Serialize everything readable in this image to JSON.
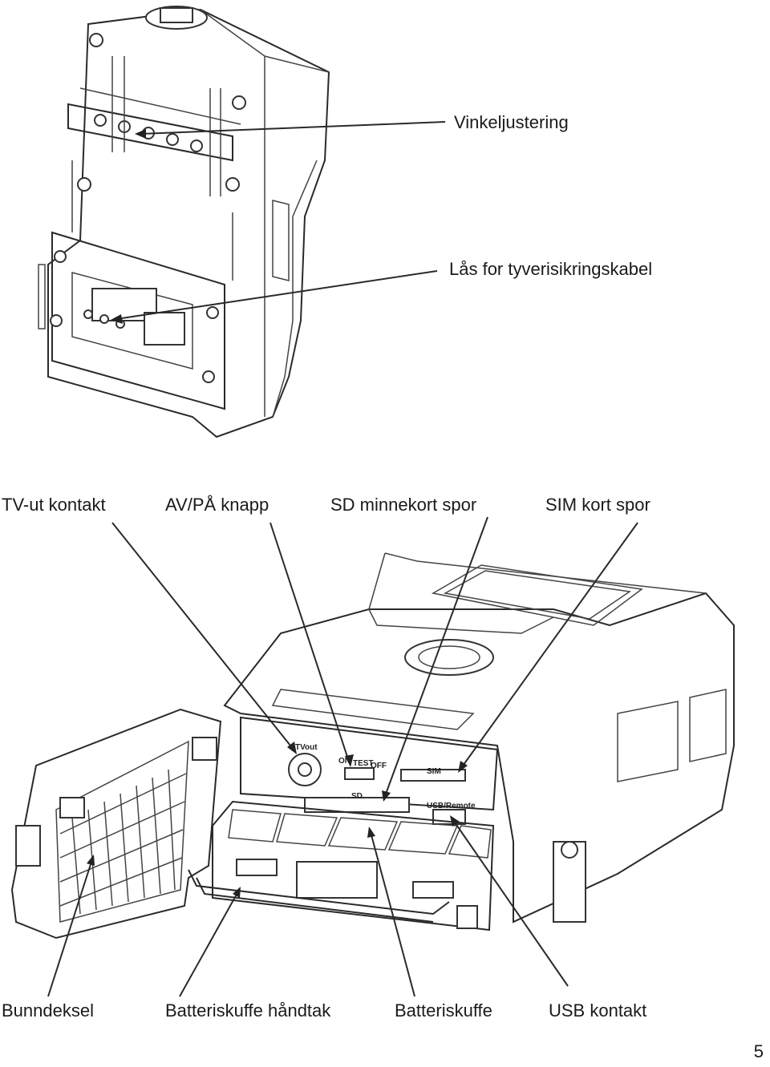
{
  "top_labels": {
    "angle": "Vinkeljustering",
    "lock": "Lås for tyverisikringskabel"
  },
  "mid_labels": {
    "tv_out": "TV-ut kontakt",
    "power": "AV/PÅ knapp",
    "sd": "SD minnekort spor",
    "sim": "SIM kort spor"
  },
  "bottom_labels": {
    "cover": "Bunndeksel",
    "handle": "Batteriskuffe håndtak",
    "tray": "Batteriskuffe",
    "usb": "USB kontakt"
  },
  "device_text": {
    "tvout": "TVout",
    "on": "ON",
    "test": "TEST",
    "off": "OFF",
    "sd": "SD",
    "sim": "SIM",
    "usb": "USB/Remote"
  },
  "page_number": "5"
}
